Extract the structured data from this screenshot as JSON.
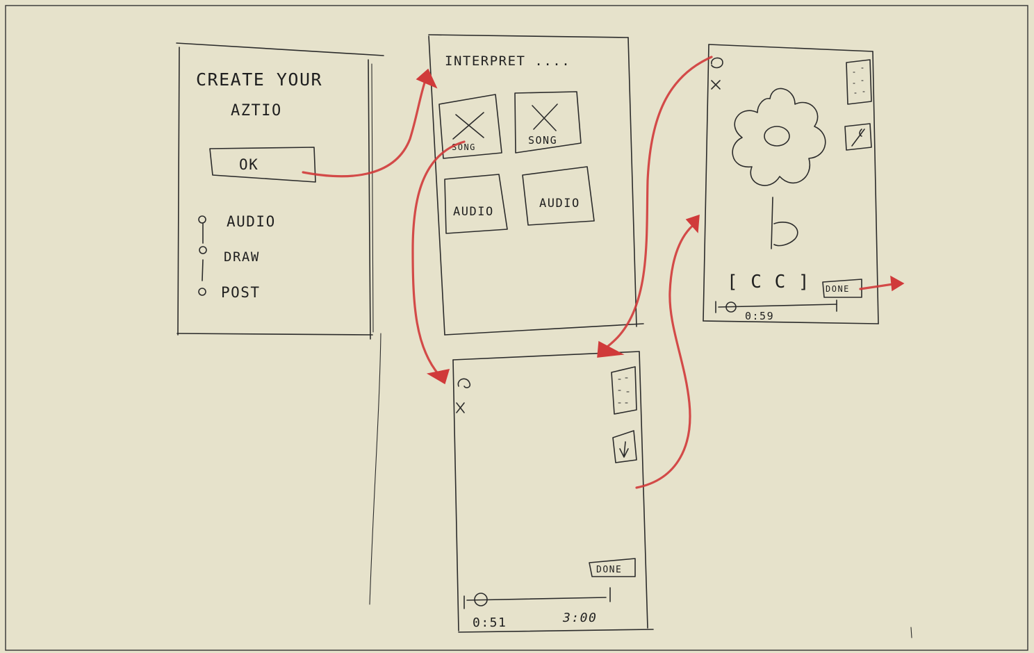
{
  "screens": {
    "create": {
      "title_line1": "CREATE YOUR",
      "title_line2": "AZTIO",
      "ok_button": "OK",
      "steps": [
        "AUDIO",
        "DRAW",
        "POST"
      ]
    },
    "interpret": {
      "title": "INTERPRET ....",
      "tiles": [
        "SONG",
        "SONG",
        "AUDIO",
        "AUDIO"
      ]
    },
    "record": {
      "done_button": "DONE",
      "time_current": "0:51",
      "time_total": "3:00"
    },
    "draw": {
      "cc_label": "[ C C ]",
      "done_button": "DONE",
      "time_current": "0:59"
    }
  },
  "colors": {
    "background": "#e6e2cb",
    "ink": "#2b2b2b",
    "flow_arrows": "#d03a3a"
  }
}
